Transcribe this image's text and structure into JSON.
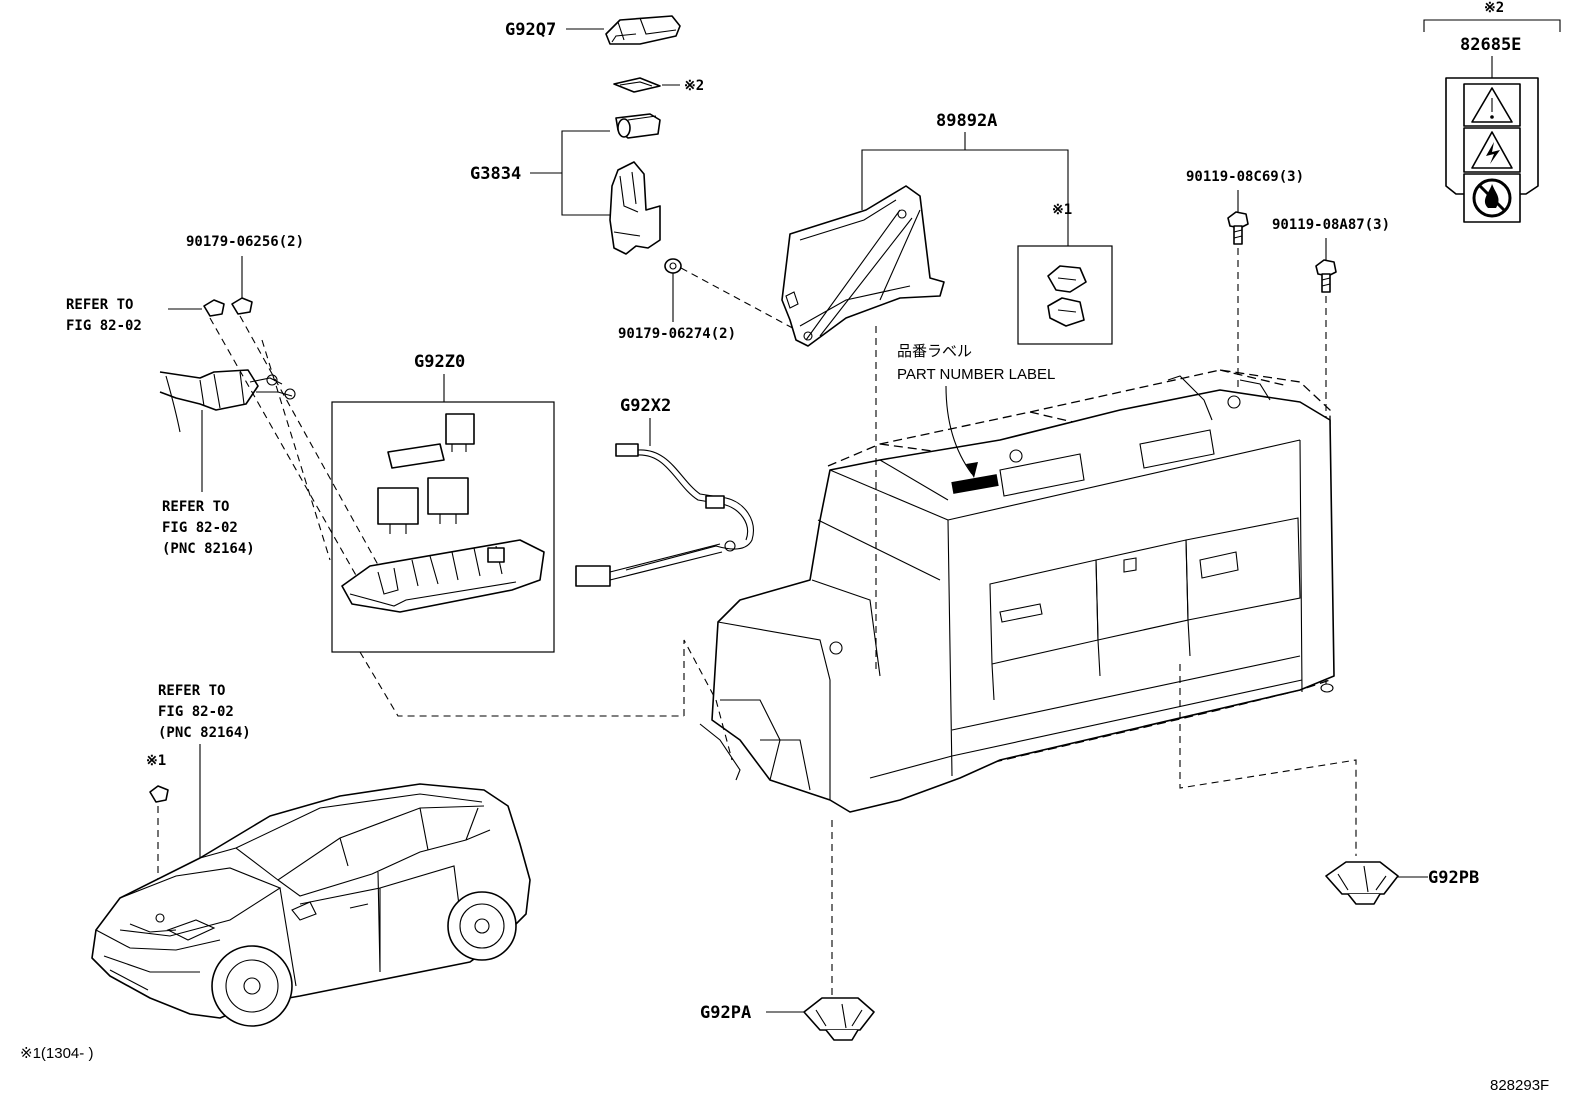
{
  "labels": {
    "g92q7": "G92Q7",
    "note2_a": "※2",
    "g3834": "G3834",
    "clip_90179_06256": "90179-06256(2)",
    "refer_to_1": "REFER TO",
    "fig_1": "FIG 82-02",
    "g92z0": "G92Z0",
    "refer_to_2": "REFER TO",
    "fig_2": "FIG 82-02",
    "pnc_2": "(PNC 82164)",
    "g92x2": "G92X2",
    "nut_90179_06274": "90179-06274(2)",
    "p89892a": "89892A",
    "note1_a": "※1",
    "label_jp": "品番ラベル",
    "label_en": "PART NUMBER LABEL",
    "bolt_90119_08c69": "90119-08C69(3)",
    "bolt_90119_08a87": "90119-08A87(3)",
    "note2_b": "※2",
    "p82685e": "82685E",
    "refer_to_3": "REFER TO",
    "fig_3": "FIG 82-02",
    "pnc_3": "(PNC 82164)",
    "note1_b": "※1",
    "g92pb": "G92PB",
    "g92pa": "G92PA",
    "footnote": "※1(1304-    )",
    "diagram_id": "828293F"
  },
  "icons": {
    "warning_icon": "exclamation-triangle",
    "high_voltage_icon": "lightning-triangle",
    "no_fire_icon": "prohibited-flame"
  }
}
